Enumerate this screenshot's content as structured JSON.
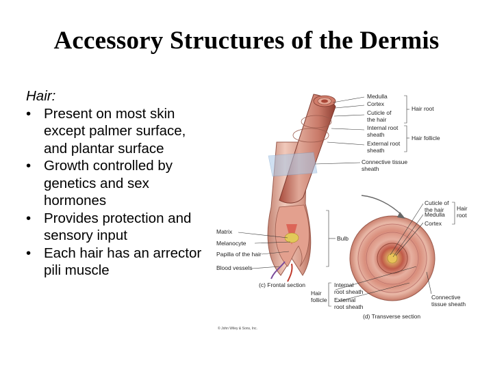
{
  "slide": {
    "title": "Accessory Structures of the Dermis",
    "heading": "Hair:",
    "bullets": [
      "Present on most skin except palmer surface, and plantar surface",
      "Growth controlled by genetics and sex hormones",
      "Provides protection and sensory input",
      "Each hair has an arrector pili muscle"
    ]
  },
  "figure": {
    "labels": {
      "medulla": "Medulla",
      "cortex": "Cortex",
      "cuticle_1": "Cuticle of",
      "cuticle_2": "the hair",
      "hair_root": "Hair root",
      "internal_root_1": "Internal root",
      "internal_root_2": "sheath",
      "external_root_1": "External root",
      "external_root_2": "sheath",
      "hair_follicle": "Hair follicle",
      "connective_1": "Connective tissue",
      "connective_2": "sheath",
      "ts_cuticle_1": "Cuticle of",
      "ts_cuticle_2": "the hair",
      "ts_medulla": "Medulla",
      "ts_cortex": "Cortex",
      "ts_hair_1": "Hair",
      "ts_hair_2": "root",
      "matrix": "Matrix",
      "melanocyte": "Melanocyte",
      "papilla": "Papilla of the hair",
      "blood_vessels": "Blood vessels",
      "bulb": "Bulb",
      "frontal_section": "(c) Frontal section",
      "bottom_hair_1": "Hair",
      "bottom_hair_2": "follicle",
      "bottom_internal_1": "Internal",
      "bottom_internal_2": "root sheath",
      "bottom_external_1": "External",
      "bottom_external_2": "root sheath",
      "ts_connective_1": "Connective",
      "ts_connective_2": "tissue sheath",
      "transverse_section": "(d) Transverse section",
      "copyright": "© John Wiley & Sons, Inc."
    },
    "colors": {
      "skin": "#d99a88",
      "sheath": "#c8776a",
      "hair": "#b85a4a",
      "matrix": "#e2c95a",
      "vessel": "#7a4a9a",
      "label_line": "#333333"
    }
  }
}
